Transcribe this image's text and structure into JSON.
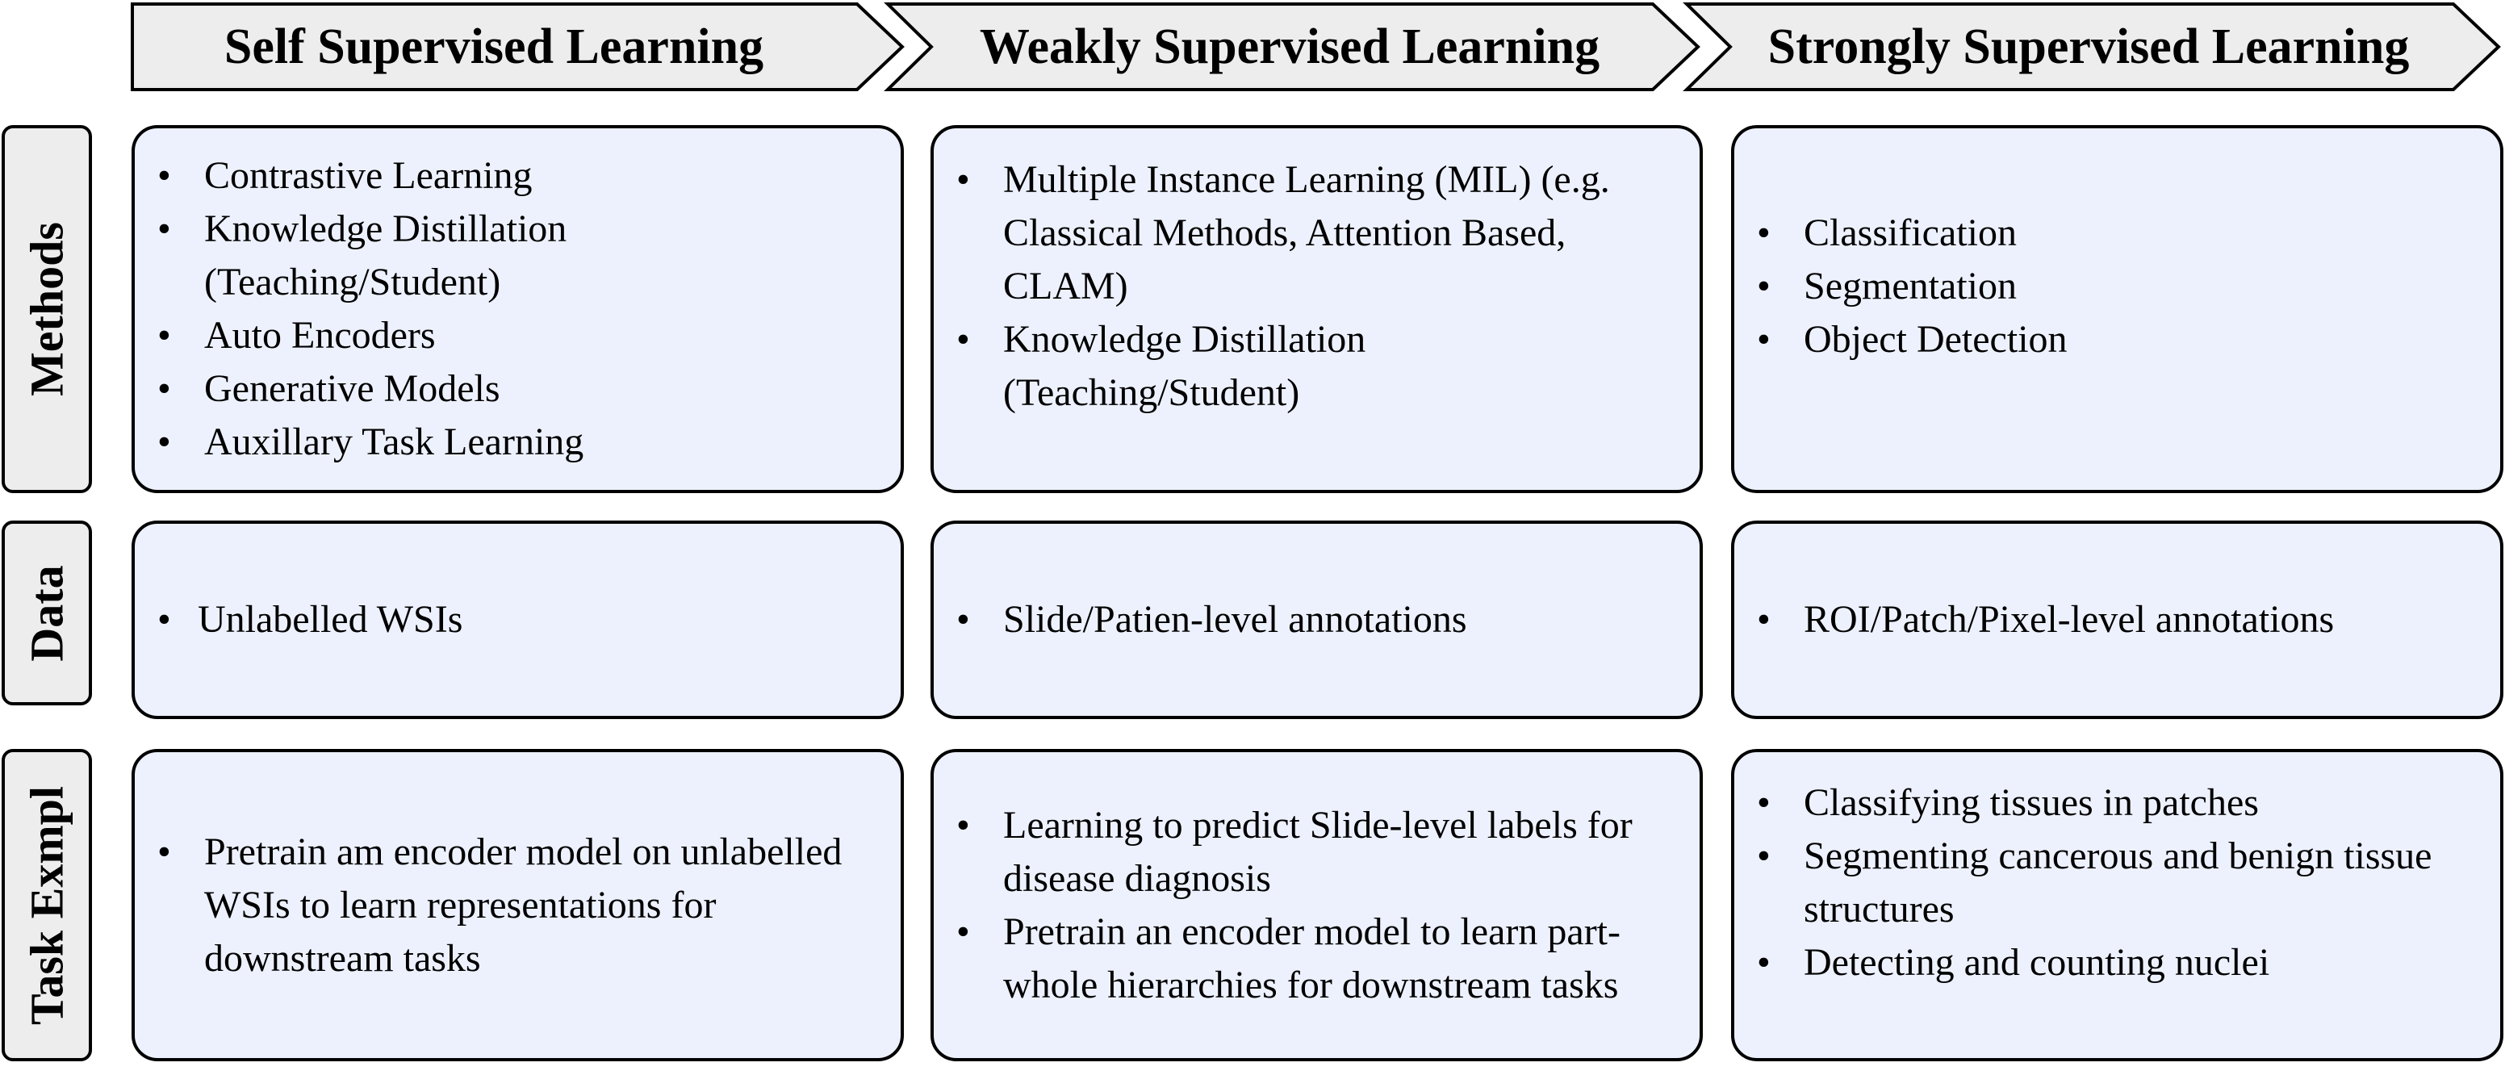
{
  "columns": [
    {
      "title": "Self Supervised Learning"
    },
    {
      "title": "Weakly Supervised Learning"
    },
    {
      "title": "Strongly Supervised Learning"
    }
  ],
  "rows": [
    {
      "label": "Methods"
    },
    {
      "label": "Data"
    },
    {
      "label": "Task Exmpl"
    }
  ],
  "cells": {
    "methods": [
      [
        "Contrastive Learning",
        "Knowledge Distillation (Teaching/Student)",
        "Auto Encoders",
        "Generative Models",
        "Auxillary Task Learning"
      ],
      [
        "Multiple Instance Learning (MIL) (e.g. Classical Methods, Attention Based, CLAM)",
        "Knowledge Distillation (Teaching/Student)"
      ],
      [
        "Classification",
        "Segmentation",
        "Object Detection"
      ]
    ],
    "data": [
      [
        "Unlabelled WSIs"
      ],
      [
        "Slide/Patien-level annotations"
      ],
      [
        "ROI/Patch/Pixel-level annotations"
      ]
    ],
    "task": [
      [
        "Pretrain am encoder model on unlabelled WSIs to learn representations for downstream tasks"
      ],
      [
        "Learning to predict Slide-level labels for disease diagnosis",
        "Pretrain an encoder model to learn part-whole hierarchies for downstream tasks"
      ],
      [
        "Classifying tissues in patches",
        "Segmenting cancerous and benign tissue structures",
        "Detecting and counting nuclei"
      ]
    ]
  },
  "colors": {
    "header_fill": "#ededed",
    "cell_fill": "#edf1fd",
    "row_label_fill": "#ededed",
    "stroke": "#000000"
  }
}
